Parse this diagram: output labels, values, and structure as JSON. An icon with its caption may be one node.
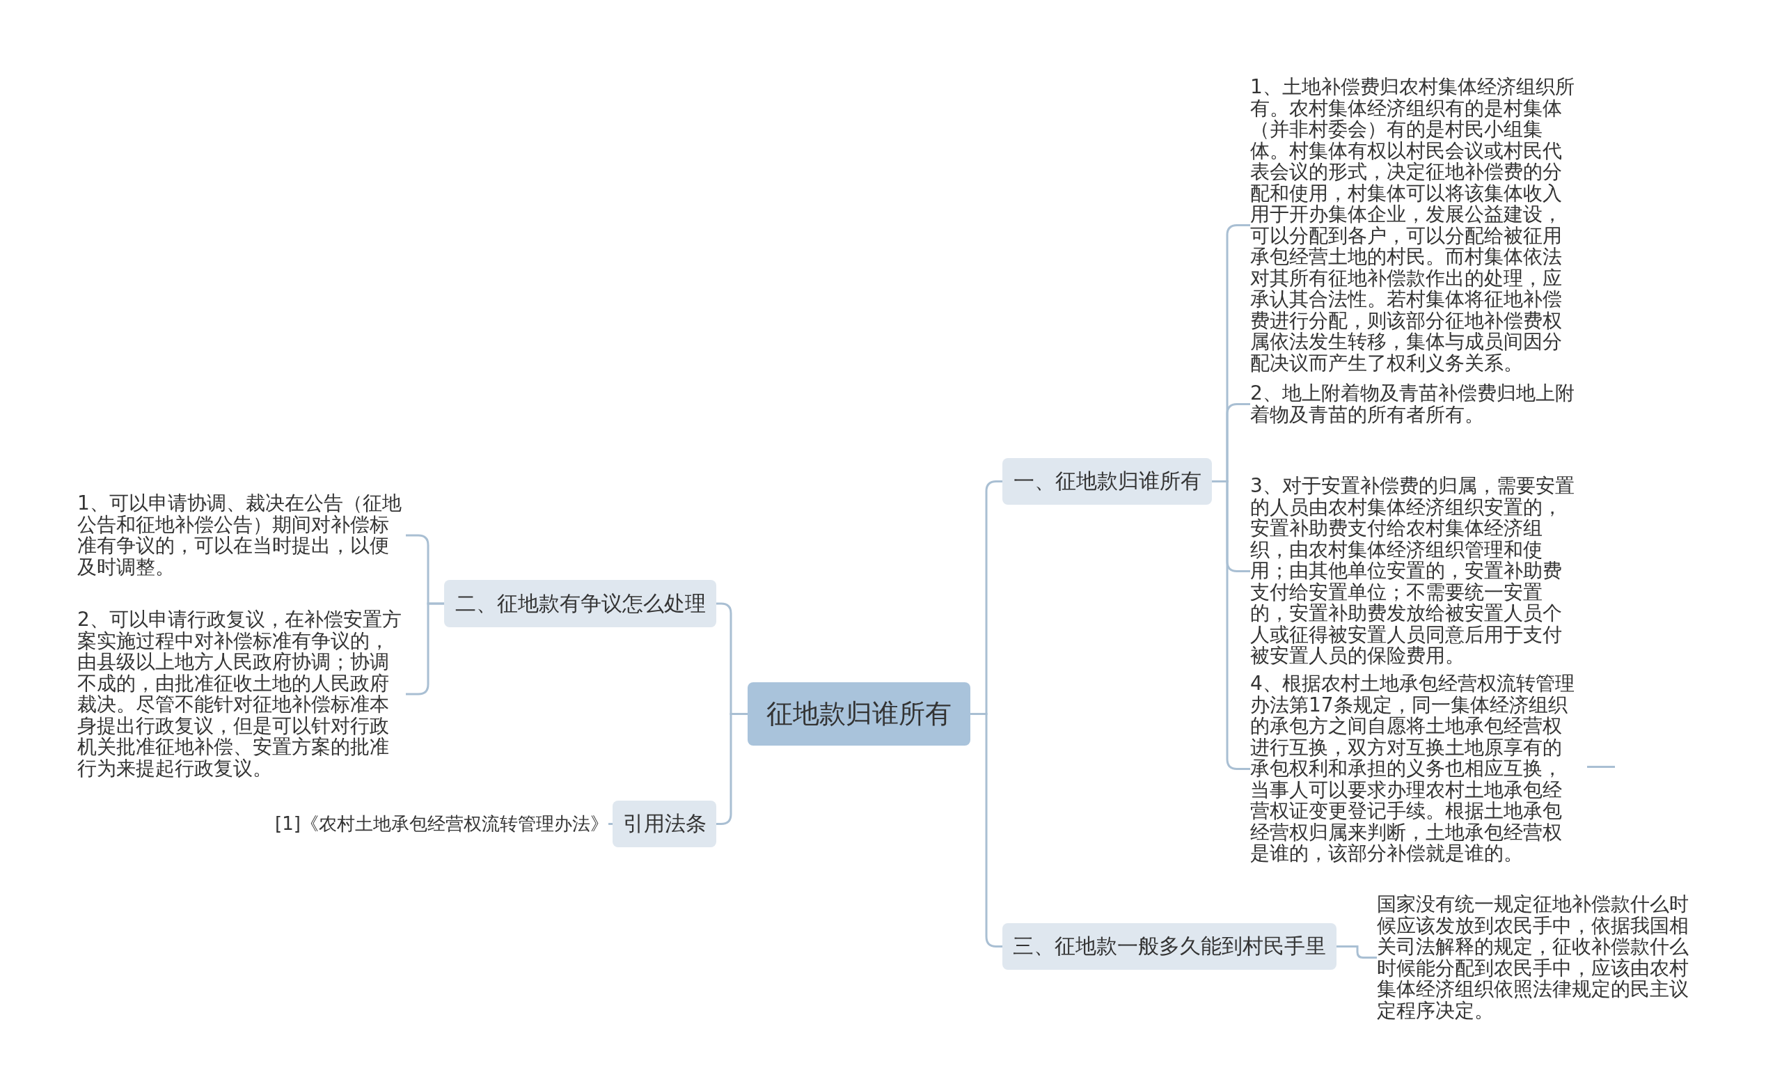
{
  "diagram": {
    "nodes": [
      {
        "text": [
          "征地款归谁所有"
        ]
      },
      {
        "text": [
          "一、征地款归谁所有"
        ]
      },
      {
        "text": [
          "1、土地补偿费归农村集体经济组织所有。农村集体经济组织有的是村集体（并非村委会）有的是村民小组集体。村集体有权以村民会议或村民代表会议的形式，决定征地补偿费的分配和使用，村集体可以将该集体收入用于开办集体企业，发展公益建设，可以分配到各户，可以分配给被征用承包经营土地的村民。而村集体依法对其所有征地补偿款作出的处理，应承认其合法性。若村集体将征地补偿费进行分配，则该部分征地补偿费权属依法发生转移，集体与成员间因分配决议而产生了权利义务关系。"
        ]
      },
      {
        "text": [
          "2、地上附着物及青苗补偿费归地上附着物及青苗的所有者所有。"
        ]
      },
      {
        "text": [
          "3、对于安置补偿费的归属，需要安置的人员由农村集体经济组织安置的，安置补助费支付给农村集体经济组织，由农村集体经济组织管理和使用；由其他单位安置的，安置补助费支付给安置单位；不需要统一安置的，安置补助费发放给被安置人员个人或征得被安置人员同意后用于支付被安置人员的保险费用。"
        ]
      },
      {
        "text": [
          "4、根据农村土地承包经营权流转管理办法第17条规定，同一集体经济组织的承包方之间自愿将土地承包经营权进行互换，双方对互换土地原享有的承包权利和承担的义务也相应互换，当事人可以要求办理农村土地承包经营权证变更登记手续。根据土地承包经营权归属来判断，土地承包经营权是谁的，该部分补偿就是谁的。"
        ]
      },
      {
        "text": [
          "三、征地款一般多久能到村民手里"
        ]
      },
      {
        "text": [
          "国家没有统一规定征地补偿款什么时候应该发放到农民手中，依据我国相关司法解释的规定，征收补偿款什么时候能分配到农民手中，应该由农村集体经济组织依照法律规定的民主议定程序决定。"
        ]
      },
      {
        "text": [
          "二、征地款有争议怎么处理"
        ]
      },
      {
        "text": [
          "1、可以申请协调、裁决在公告（征地公告和征地补偿公告）期间对补偿标准有争议的，可以在当时提出，以便及时调整。"
        ]
      },
      {
        "text": [
          "2、可以申请行政复议，在补偿安置方案实施过程中对补偿标准有争议的，由县级以上地方人民政府协调；协调不成的，由批准征收土地的人民政府裁决。尽管不能针对征地补偿标准本身提出行政复议，但是可以针对行政机关批准征地补偿、安置方案的批准行为来提起行政复议。"
        ]
      },
      {
        "text": [
          "引用法条"
        ]
      },
      {
        "text": [
          "[1]《农村土地承包经营权流转管理办法》"
        ]
      }
    ],
    "edges": [
      {
        "from": 0,
        "to": 1,
        "arrow": "none"
      },
      {
        "from": 1,
        "to": 2,
        "arrow": "none"
      },
      {
        "from": 1,
        "to": 3,
        "arrow": "none"
      },
      {
        "from": 1,
        "to": 4,
        "arrow": "none"
      },
      {
        "from": 1,
        "to": 5,
        "arrow": "none"
      },
      {
        "from": 0,
        "to": 6,
        "arrow": "none"
      },
      {
        "from": 6,
        "to": 7,
        "arrow": "none"
      },
      {
        "from": 0,
        "to": 8,
        "arrow": "none"
      },
      {
        "from": 8,
        "to": 9,
        "arrow": "none"
      },
      {
        "from": 8,
        "to": 10,
        "arrow": "none"
      },
      {
        "from": 0,
        "to": 11,
        "arrow": "none"
      },
      {
        "from": 11,
        "to": 12,
        "arrow": "none"
      }
    ]
  }
}
